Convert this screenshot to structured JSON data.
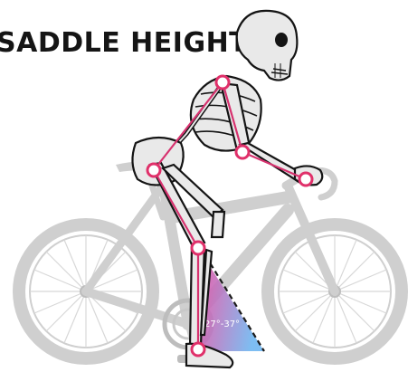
{
  "title": "SADDLE HEIGHT",
  "knee_angle_label": "27°-37°",
  "colors": {
    "joint": "#e0306a",
    "limb": "#d7326f",
    "bike": "#cfcfcf",
    "angle_gradient_start": "#f04aa0",
    "angle_gradient_end": "#6fb6f0"
  },
  "icons": [
    "skeleton",
    "bicycle",
    "knee-angle-wedge"
  ]
}
